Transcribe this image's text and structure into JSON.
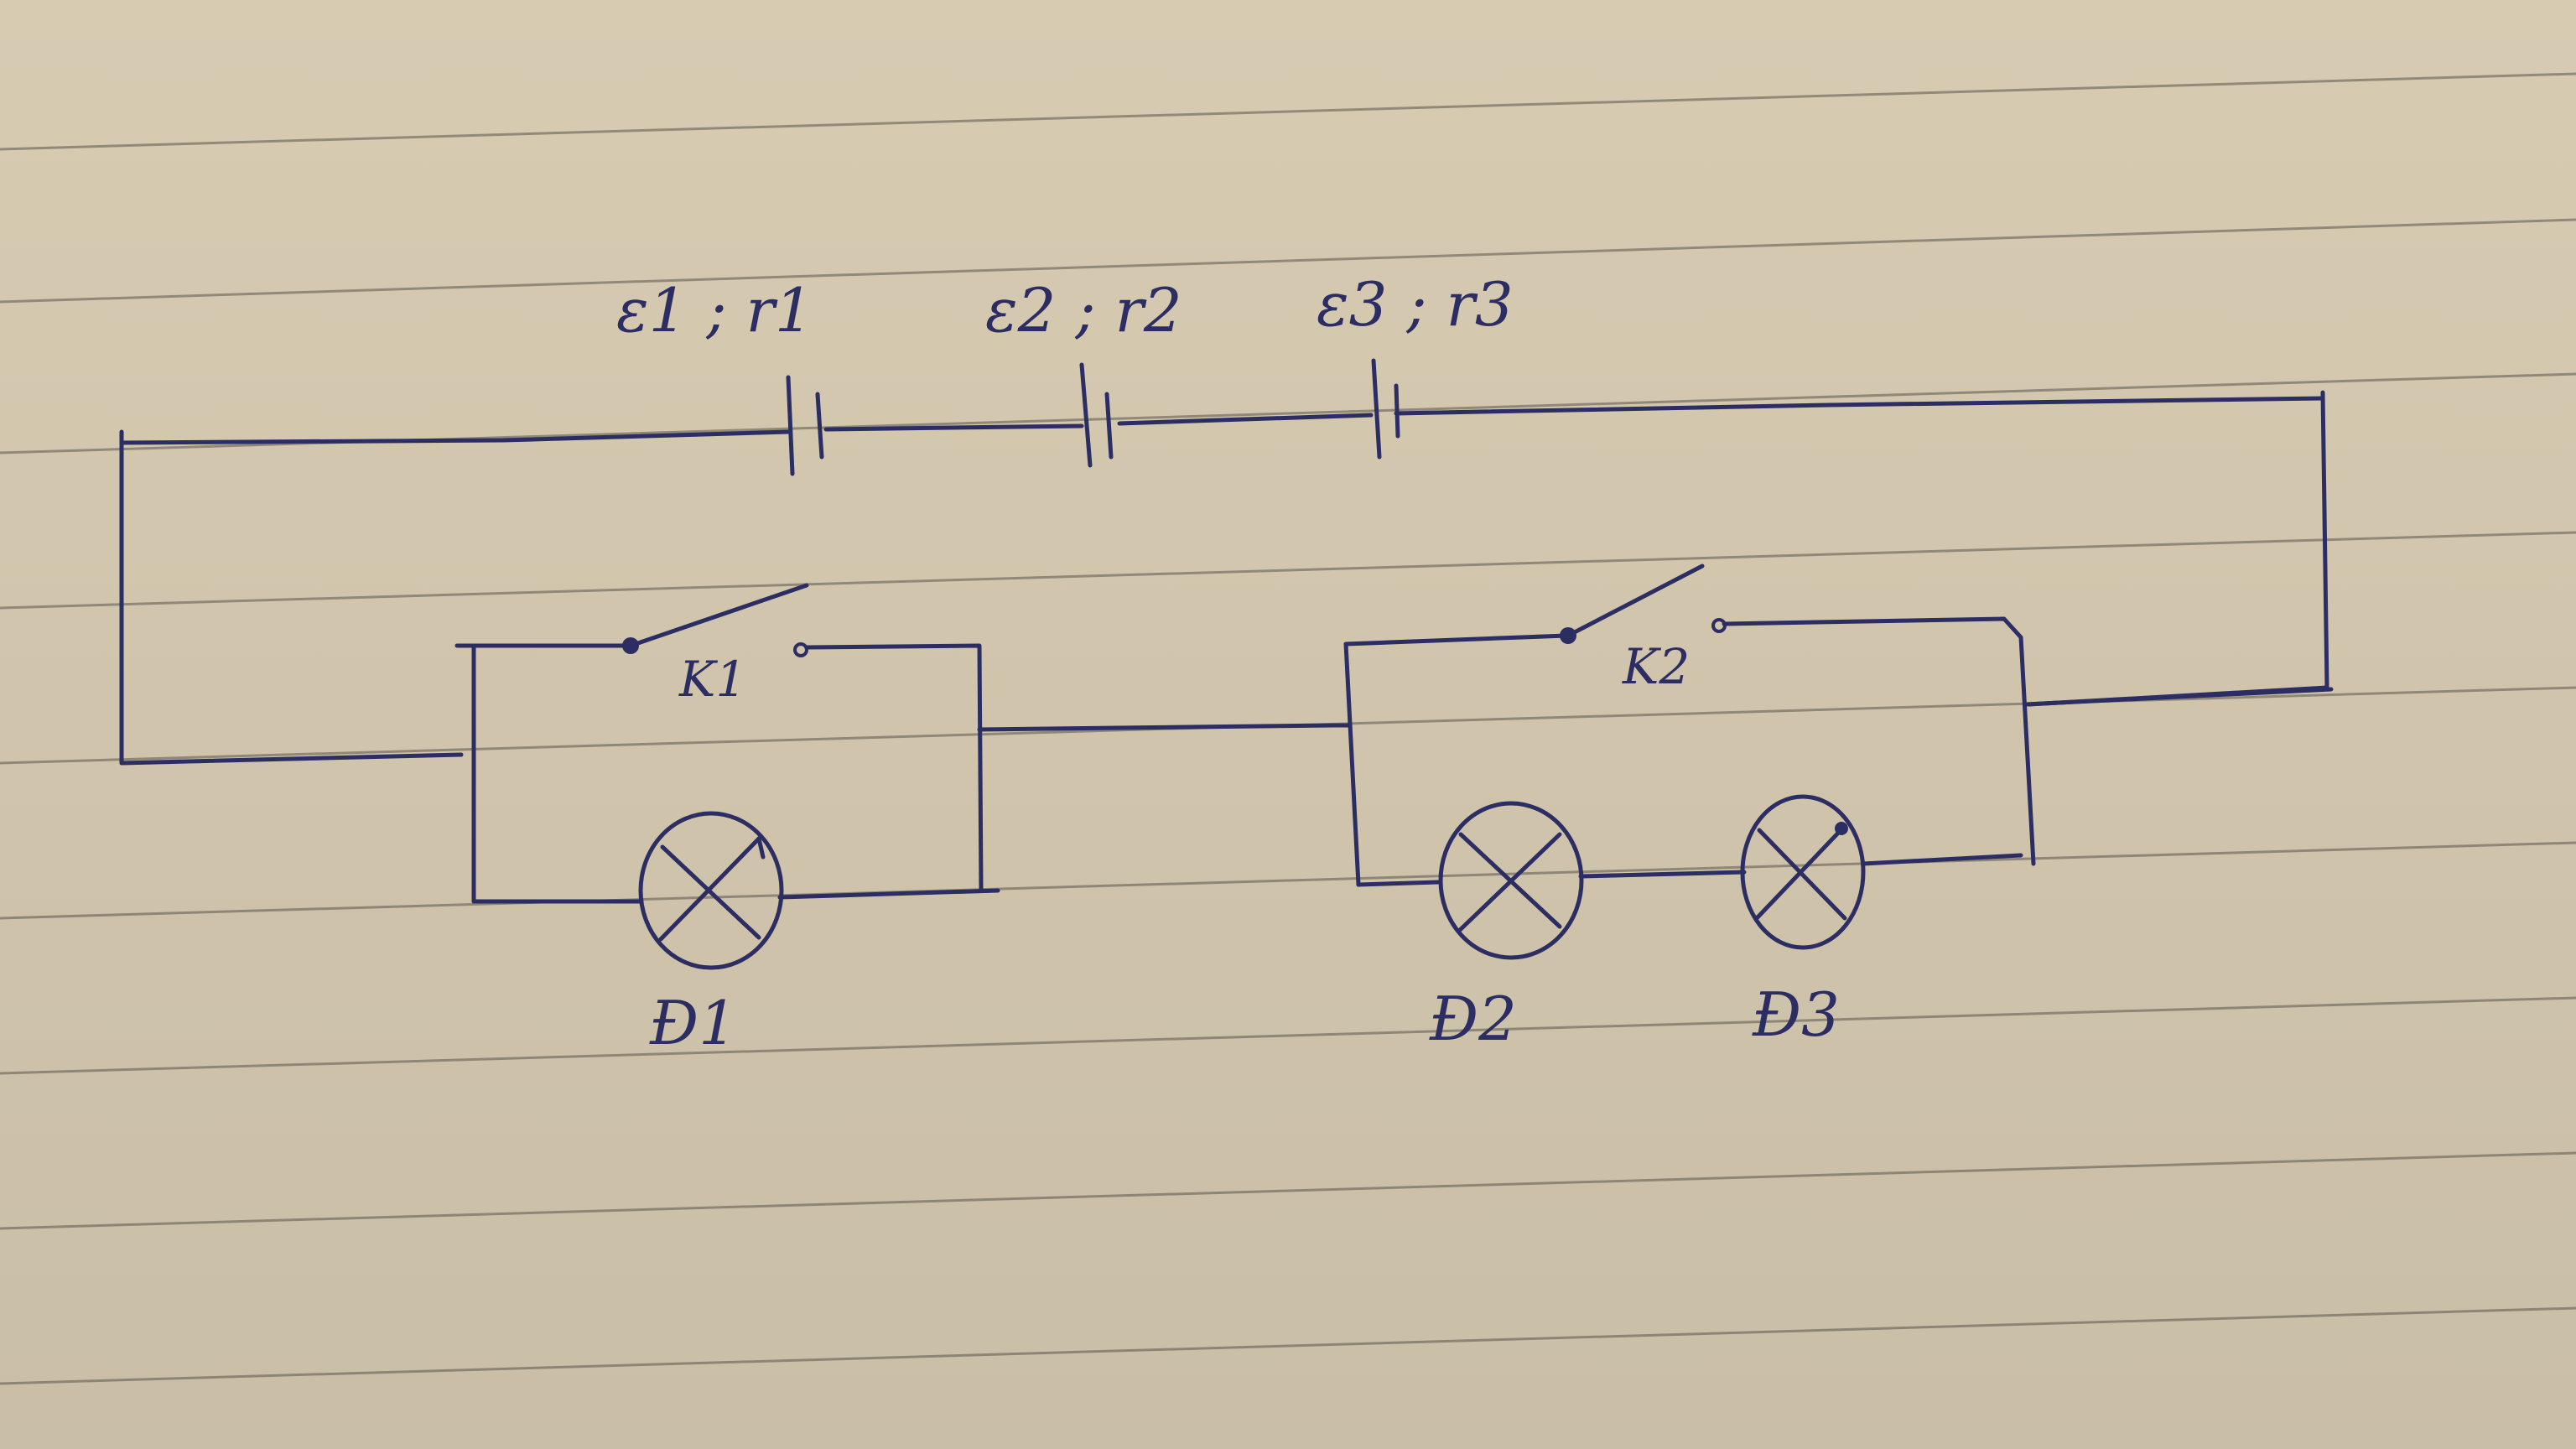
{
  "labels": {
    "source1": "ε1 ; r1",
    "source2": "ε2 ; r2",
    "source3": "ε3 ; r3",
    "switch1": "K1",
    "switch2": "K2",
    "lamp1": "Đ1",
    "lamp2": "Đ2",
    "lamp3": "Đ3"
  },
  "colors": {
    "ink": "#2c2e63",
    "paper": "#cfc3a9",
    "rule": "#5b564d"
  }
}
